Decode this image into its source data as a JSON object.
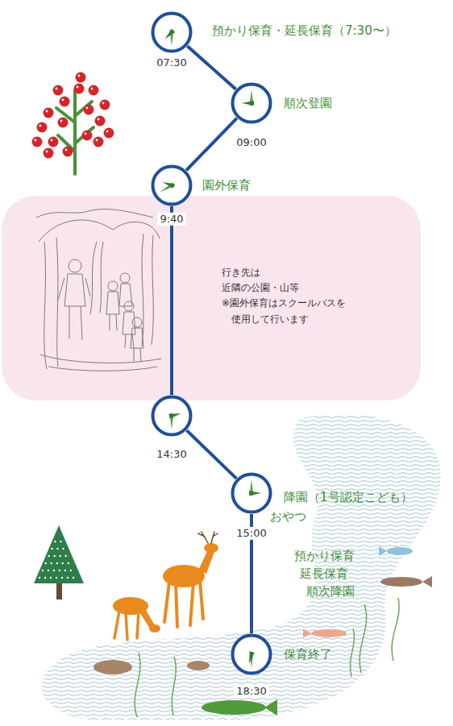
{
  "diagram": {
    "nodes": [
      {
        "text": [
          "預かり保育・延長保育（7:30〜）",
          "07:30"
        ]
      },
      {
        "text": [
          "順次登園",
          "09:00"
        ]
      },
      {
        "text": [
          "園外保育",
          "9:40"
        ]
      },
      {
        "text": [
          "行き先は 近隣の公園・山等 ※園外保育はスクールバスを 使用して行います"
        ]
      },
      {
        "text": [
          "14:30"
        ]
      },
      {
        "text": [
          "降園（1号認定こども）",
          "おやつ",
          "15:00"
        ]
      },
      {
        "text": [
          "保育終了",
          "18:30"
        ]
      }
    ],
    "edges": [
      {
        "from": 0,
        "to": 1,
        "arrow": "none"
      },
      {
        "from": 1,
        "to": 2,
        "arrow": "none"
      },
      {
        "from": 2,
        "to": 4,
        "arrow": "none"
      },
      {
        "from": 4,
        "to": 5,
        "arrow": "none"
      },
      {
        "from": 5,
        "to": 6,
        "arrow": "none"
      }
    ],
    "labels": [
      "預かり保育 延長保育 順次降園"
    ]
  }
}
